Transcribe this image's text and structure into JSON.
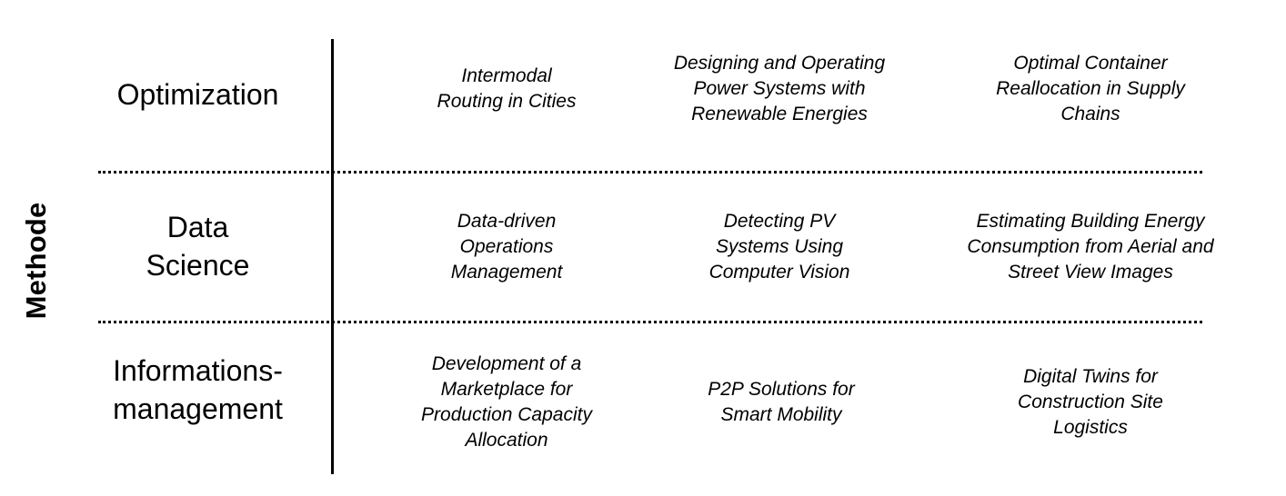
{
  "axis_label": "Methode",
  "rows": [
    {
      "label_lines": [
        "Optimization"
      ],
      "cells": [
        {
          "lines": [
            "Intermodal",
            "Routing in Cities"
          ]
        },
        {
          "lines": [
            "Designing and Operating",
            "Power Systems with",
            "Renewable Energies"
          ]
        },
        {
          "lines": [
            "Optimal Container",
            "Reallocation in Supply",
            "Chains"
          ]
        }
      ]
    },
    {
      "label_lines": [
        "Data",
        "Science"
      ],
      "cells": [
        {
          "lines": [
            "Data-driven",
            "Operations",
            "Management"
          ]
        },
        {
          "lines": [
            "Detecting PV",
            "Systems Using",
            "Computer Vision"
          ]
        },
        {
          "lines": [
            "Estimating Building Energy",
            "Consumption from Aerial and",
            "Street View Images"
          ]
        }
      ]
    },
    {
      "label_lines": [
        "Informations-",
        "management"
      ],
      "cells": [
        {
          "lines": [
            "Development of a",
            "Marketplace for",
            "Production Capacity",
            "Allocation"
          ]
        },
        {
          "lines": [
            "P2P Solutions for",
            "Smart Mobility"
          ]
        },
        {
          "lines": [
            "Digital Twins for",
            "Construction Site",
            "Logistics"
          ]
        }
      ]
    }
  ]
}
